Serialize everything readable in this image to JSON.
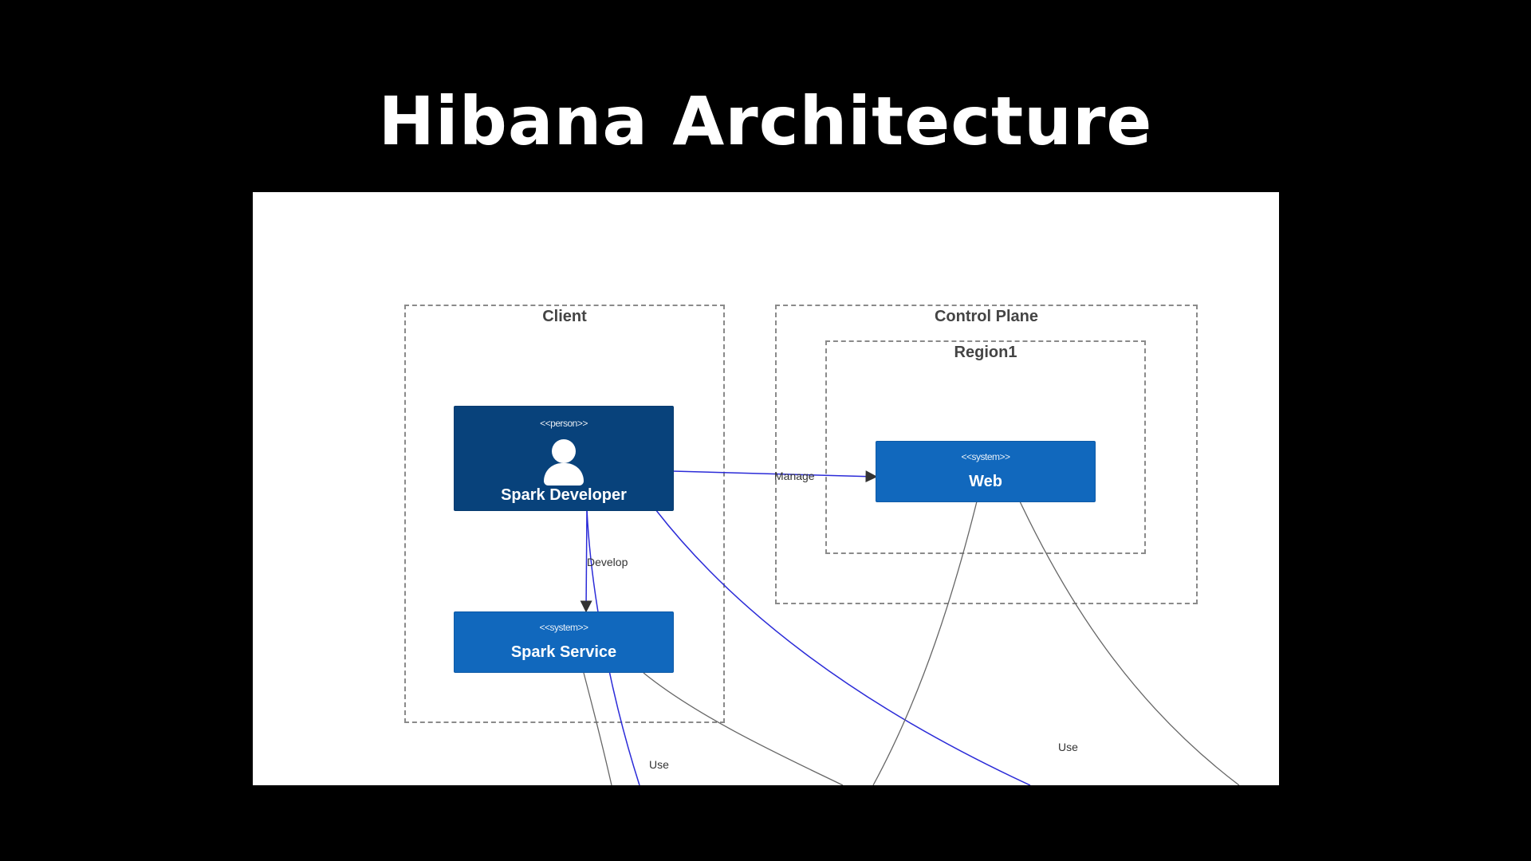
{
  "slide": {
    "title": "Hibana Architecture"
  },
  "diagram": {
    "boundaries": {
      "client": "Client",
      "control_plane": "Control Plane",
      "region1": "Region1"
    },
    "nodes": {
      "spark_developer": {
        "stereotype": "<<person>>",
        "name": "Spark Developer",
        "icon": "person-icon"
      },
      "spark_service": {
        "stereotype": "<<system>>",
        "name": "Spark Service"
      },
      "web": {
        "stereotype": "<<system>>",
        "name": "Web"
      }
    },
    "edges": {
      "manage": "Manage",
      "develop": "Develop",
      "use_left": "Use",
      "use_right": "Use"
    },
    "colors": {
      "person": "#08427b",
      "system": "#1168bd",
      "blue_edge": "#2b2bd8",
      "gray_edge": "#666666"
    }
  }
}
